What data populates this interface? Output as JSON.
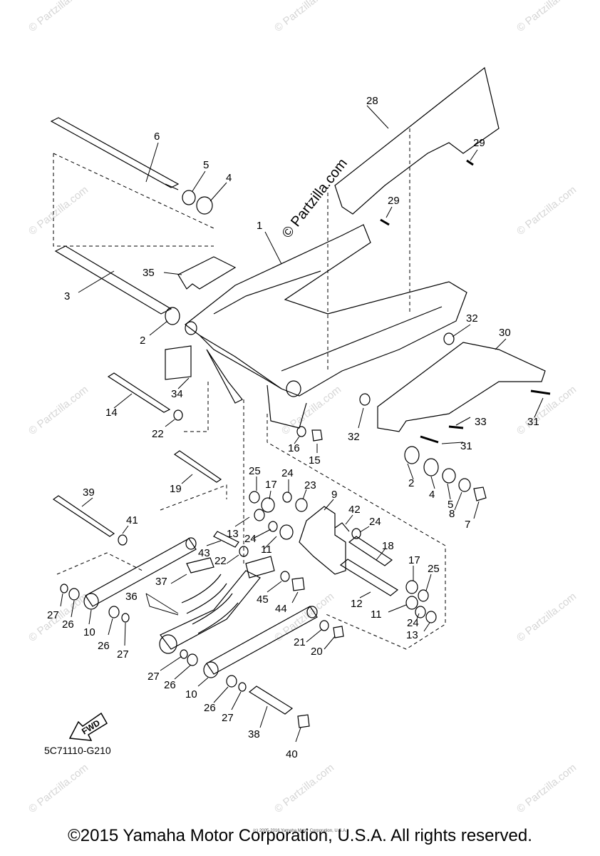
{
  "watermark": {
    "main": "© Partzilla.com",
    "repeat": "© Partzilla.com"
  },
  "fwd_label": "FWD",
  "diagram_code": "5C71110-G210",
  "copyright": "©2015 Yamaha Motor Corporation, U.S.A. All rights reserved.",
  "tiny_credit": "(c) 2005-2016 Yamaha Motor Corporation, U.S.A.",
  "callouts": [
    "1",
    "2",
    "2",
    "3",
    "4",
    "4",
    "5",
    "5",
    "6",
    "7",
    "8",
    "9",
    "10",
    "10",
    "11",
    "11",
    "12",
    "13",
    "13",
    "14",
    "15",
    "16",
    "17",
    "17",
    "18",
    "19",
    "20",
    "21",
    "22",
    "22",
    "23",
    "24",
    "24",
    "24",
    "24",
    "25",
    "25",
    "26",
    "26",
    "26",
    "26",
    "27",
    "27",
    "27",
    "27",
    "28",
    "29",
    "29",
    "30",
    "31",
    "31",
    "32",
    "32",
    "33",
    "34",
    "35",
    "36",
    "37",
    "38",
    "39",
    "40",
    "41",
    "42",
    "43",
    "44",
    "45"
  ]
}
